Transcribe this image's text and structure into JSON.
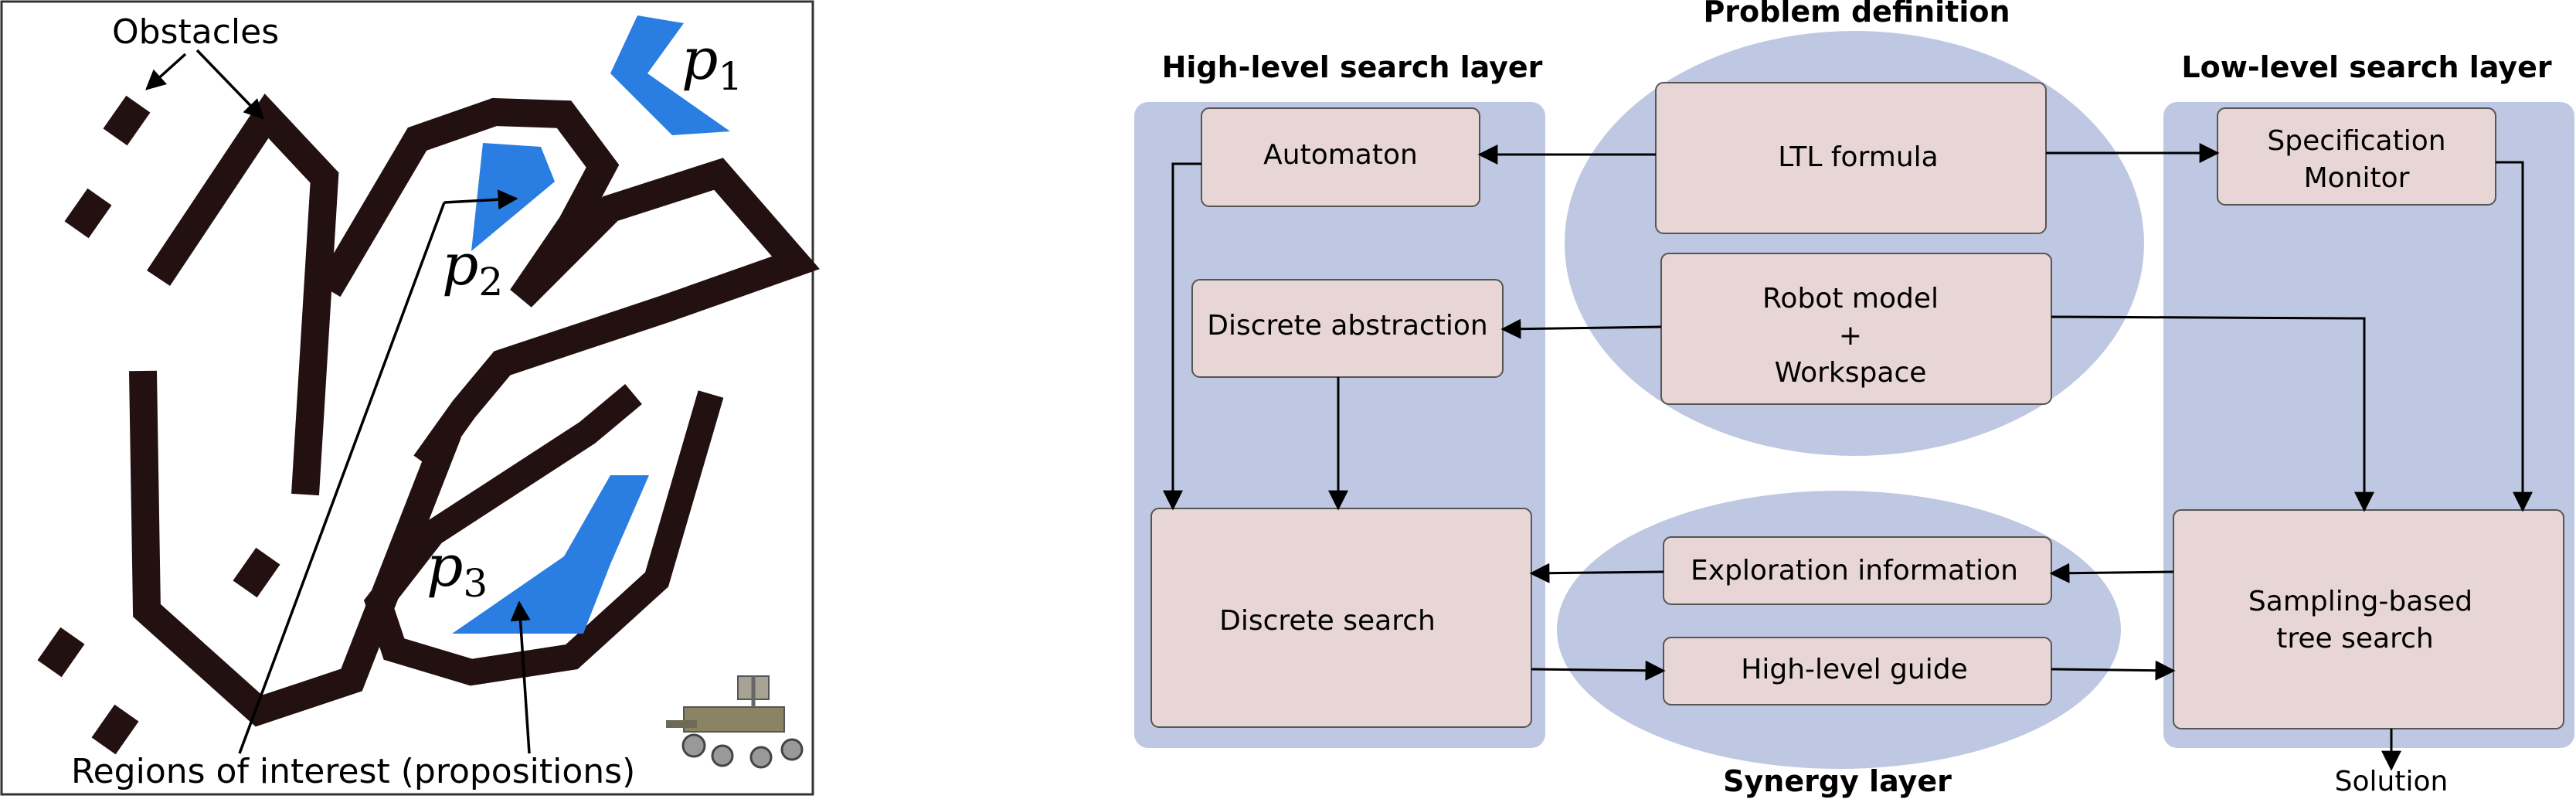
{
  "map_panel": {
    "obstacles_label": "Obstacles",
    "regions_label": "Regions of interest (propositions)",
    "p1": {
      "base": "p",
      "sub": "1"
    },
    "p2": {
      "base": "p",
      "sub": "2"
    },
    "p3": {
      "base": "p",
      "sub": "3"
    },
    "robot_icon": "rover-icon",
    "colors": {
      "obstacle": "#231010",
      "region": "#2a7ee2",
      "border": "#333333"
    }
  },
  "architecture": {
    "problem_definition_label": "Problem definition",
    "high_level_layer_label": "High-level search layer",
    "low_level_layer_label": "Low-level search layer",
    "synergy_layer_label": "Synergy layer",
    "boxes": {
      "automaton": "Automaton",
      "ltl_formula": "LTL formula",
      "spec_monitor_line1": "Specification",
      "spec_monitor_line2": "Monitor",
      "discrete_abstraction": "Discrete abstraction",
      "robot_model_line1": "Robot model",
      "robot_model_line2": "+",
      "robot_model_line3": "Workspace",
      "discrete_search": "Discrete search",
      "exploration_information": "Exploration information",
      "high_level_guide": "High-level guide",
      "sampling_line1": "Sampling-based",
      "sampling_line2": "tree search",
      "solution": "Solution"
    },
    "colors": {
      "layer": "#bfc8e2",
      "box_fill": "#e8d6d6",
      "box_stroke": "#555555",
      "arrow": "#000000"
    }
  }
}
